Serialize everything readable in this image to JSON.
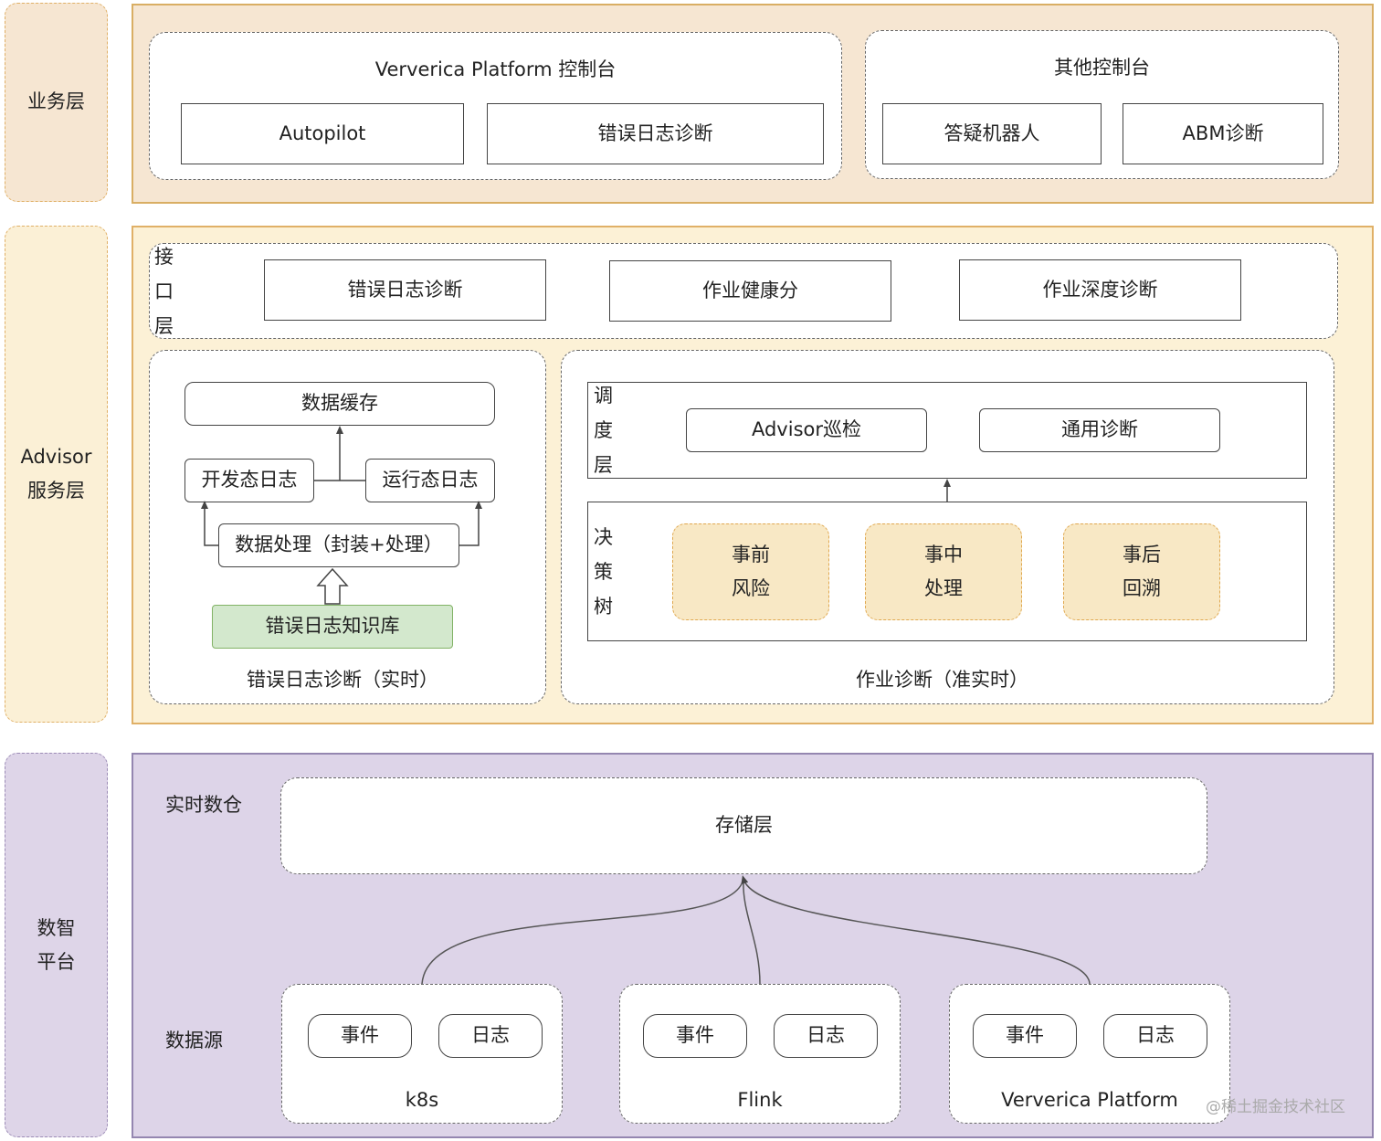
{
  "tags": {
    "business": "业务层",
    "advisor_line1": "Advisor",
    "advisor_line2": "服务层",
    "data_line1": "数智",
    "data_line2": "平台"
  },
  "business": {
    "ververica_title": "Ververica Platform 控制台",
    "autopilot": "Autopilot",
    "error_log_diag": "错误日志诊断",
    "other_title": "其他控制台",
    "qa_bot": "答疑机器人",
    "abm_diag": "ABM诊断"
  },
  "advisor": {
    "interface_label": [
      "接",
      "口",
      "层"
    ],
    "interface_items": [
      "错误日志诊断",
      "作业健康分",
      "作业深度诊断"
    ],
    "realtime": {
      "data_cache": "数据缓存",
      "dev_log": "开发态日志",
      "run_log": "运行态日志",
      "processing": "数据处理（封装+处理）",
      "knowledge_base": "错误日志知识库",
      "caption": "错误日志诊断（实时）"
    },
    "job_diag": {
      "schedule_label": [
        "调",
        "度",
        "层"
      ],
      "advisor_patrol": "Advisor巡检",
      "general_diag": "通用诊断",
      "decision_label": [
        "决",
        "策",
        "树"
      ],
      "pre_line1": "事前",
      "pre_line2": "风险",
      "mid_line1": "事中",
      "mid_line2": "处理",
      "post_line1": "事后",
      "post_line2": "回溯",
      "caption": "作业诊断（准实时）"
    }
  },
  "dataplatform": {
    "warehouse_label": "实时数仓",
    "storage": "存储层",
    "sources_label": "数据源",
    "sources": [
      {
        "name": "k8s",
        "event": "事件",
        "log": "日志"
      },
      {
        "name": "Flink",
        "event": "事件",
        "log": "日志"
      },
      {
        "name": "Ververica Platform",
        "event": "事件",
        "log": "日志"
      }
    ]
  },
  "watermark": "@稀土掘金技术社区"
}
